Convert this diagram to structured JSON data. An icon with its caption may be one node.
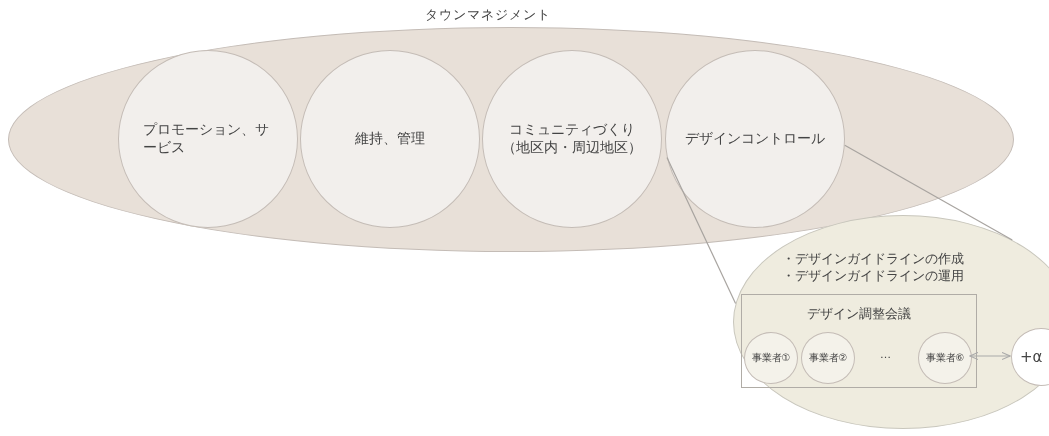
{
  "diagram": {
    "nodes": [
      {
        "text": [
          "タウンマネジメント"
        ]
      },
      {
        "text": [
          "プロモーション、サービス"
        ],
        "in": 0
      },
      {
        "text": [
          "維持、管理"
        ],
        "in": 0
      },
      {
        "text": [
          "コミュニティづくり（地区内・周辺地区）"
        ],
        "in": 0
      },
      {
        "text": [
          "デザインコントロール"
        ],
        "in": 0
      },
      {
        "text": [
          "・デザインガイドラインの作成",
          "・デザインガイドラインの運用"
        ]
      },
      {
        "text": [
          "デザイン調整会議"
        ],
        "in": 5
      },
      {
        "text": [
          "事業者①"
        ],
        "in": 6
      },
      {
        "text": [
          "事業者②"
        ],
        "in": 6
      },
      {
        "text": [
          "事業者⑥"
        ],
        "in": 6
      },
      {
        "text": [
          "+α"
        ],
        "in": 5
      }
    ],
    "edges": [
      {
        "from": 4,
        "to": 5,
        "arrow": "none"
      },
      {
        "from": 4,
        "to": 5,
        "arrow": "none"
      },
      {
        "from": 9,
        "to": 10,
        "arrow": "both"
      }
    ],
    "labels": [
      "…"
    ]
  }
}
